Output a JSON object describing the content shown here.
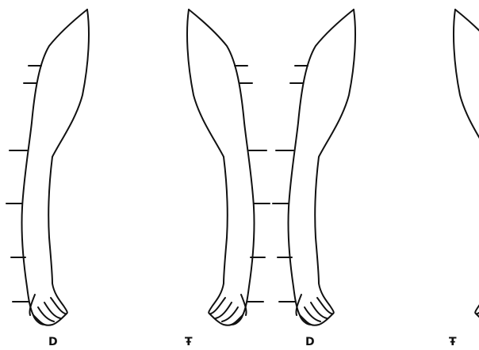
{
  "figure": {
    "background_color": "#ffffff",
    "ink_color": "#111111",
    "labels": {
      "left_pair_right_arm": "D",
      "left_pair_left_arm": "Ŧ",
      "right_pair_right_arm": "D",
      "right_pair_left_arm": "Ŧ"
    }
  }
}
